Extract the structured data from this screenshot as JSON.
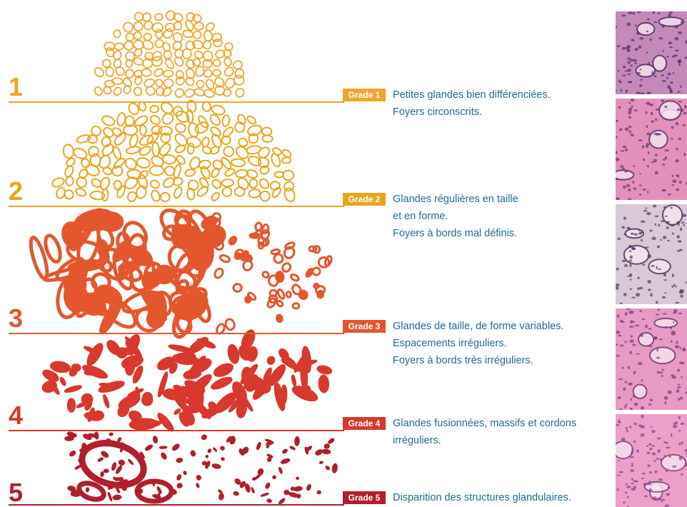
{
  "grades": [
    {
      "number": "1",
      "label": "Grade 1",
      "color": "#f0a52b",
      "lines": [
        "Petites glandes bien différenciées.",
        "Foyers circonscrits."
      ]
    },
    {
      "number": "2",
      "label": "Grade 2",
      "color": "#eaa51c",
      "lines": [
        "Glandes régulières en taille",
        "et en forme.",
        "Foyers à bords mal définis."
      ]
    },
    {
      "number": "3",
      "label": "Grade 3",
      "color": "#e4572e",
      "lines": [
        "Glandes de taille, de forme variables.",
        "Espacements irréguliers.",
        "Foyers à bords très irréguliers."
      ]
    },
    {
      "number": "4",
      "label": "Grade 4",
      "color": "#d8382e",
      "lines": [
        "Glandes fusionnées, massifs et cordons",
        "irréguliers."
      ]
    },
    {
      "number": "5",
      "label": "Grade 5",
      "color": "#b11f2b",
      "lines": [
        "Disparition des structures glandulaires."
      ]
    }
  ],
  "photos": [
    {
      "name": "histology-photo-1",
      "base": "#c489b8",
      "cell": "#4b2a6b"
    },
    {
      "name": "histology-photo-2",
      "base": "#e391ba",
      "cell": "#5a2d6f"
    },
    {
      "name": "histology-photo-3",
      "base": "#d9c8d6",
      "cell": "#3f2f5a"
    },
    {
      "name": "histology-photo-4",
      "base": "#e79ac4",
      "cell": "#6b3477"
    },
    {
      "name": "histology-photo-5",
      "base": "#ec9fc8",
      "cell": "#7b3f86"
    }
  ]
}
